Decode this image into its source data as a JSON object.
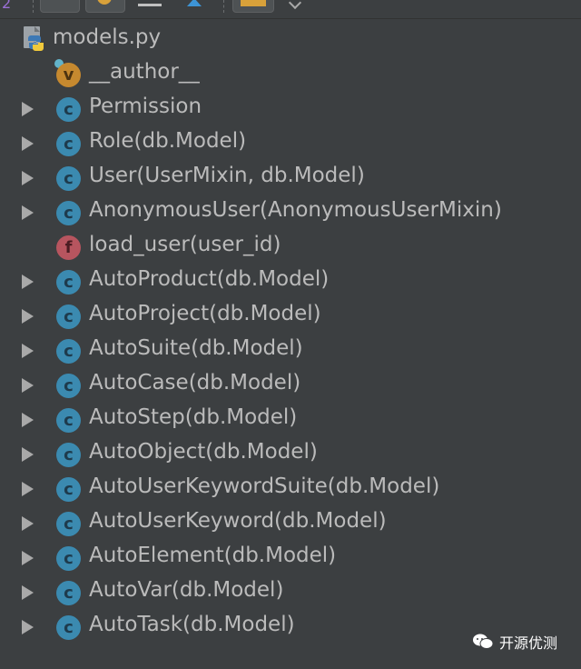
{
  "toolbar": {
    "left_fragment": "2"
  },
  "file": {
    "name": "models.py",
    "icon": "python-file-icon"
  },
  "items": [
    {
      "badge": "v",
      "label": "__author__",
      "expandable": false,
      "kind": "variable"
    },
    {
      "badge": "c",
      "label": "Permission",
      "expandable": true,
      "kind": "class"
    },
    {
      "badge": "c",
      "label": "Role(db.Model)",
      "expandable": true,
      "kind": "class"
    },
    {
      "badge": "c",
      "label": "User(UserMixin, db.Model)",
      "expandable": true,
      "kind": "class"
    },
    {
      "badge": "c",
      "label": "AnonymousUser(AnonymousUserMixin)",
      "expandable": true,
      "kind": "class"
    },
    {
      "badge": "f",
      "label": "load_user(user_id)",
      "expandable": false,
      "kind": "function"
    },
    {
      "badge": "c",
      "label": "AutoProduct(db.Model)",
      "expandable": true,
      "kind": "class"
    },
    {
      "badge": "c",
      "label": "AutoProject(db.Model)",
      "expandable": true,
      "kind": "class"
    },
    {
      "badge": "c",
      "label": "AutoSuite(db.Model)",
      "expandable": true,
      "kind": "class"
    },
    {
      "badge": "c",
      "label": "AutoCase(db.Model)",
      "expandable": true,
      "kind": "class"
    },
    {
      "badge": "c",
      "label": "AutoStep(db.Model)",
      "expandable": true,
      "kind": "class"
    },
    {
      "badge": "c",
      "label": "AutoObject(db.Model)",
      "expandable": true,
      "kind": "class"
    },
    {
      "badge": "c",
      "label": "AutoUserKeywordSuite(db.Model)",
      "expandable": true,
      "kind": "class"
    },
    {
      "badge": "c",
      "label": "AutoUserKeyword(db.Model)",
      "expandable": true,
      "kind": "class"
    },
    {
      "badge": "c",
      "label": "AutoElement(db.Model)",
      "expandable": true,
      "kind": "class"
    },
    {
      "badge": "c",
      "label": "AutoVar(db.Model)",
      "expandable": true,
      "kind": "class"
    },
    {
      "badge": "c",
      "label": "AutoTask(db.Model)",
      "expandable": true,
      "kind": "class"
    }
  ],
  "watermark": {
    "text": "开源优测",
    "icon": "wechat-icon"
  },
  "colors": {
    "background": "#3c3f41",
    "text": "#bbbbbb",
    "class_badge": "#3b8ab0",
    "function_badge": "#b7555f",
    "variable_badge": "#c6892f"
  }
}
